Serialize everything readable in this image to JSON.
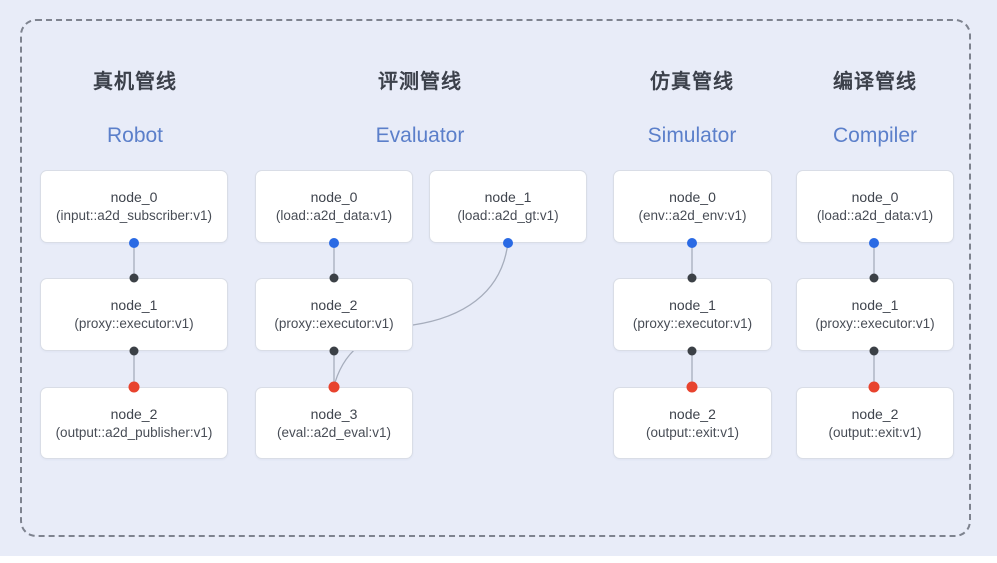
{
  "diagram": {
    "kind": "pipeline-node-graph",
    "colors": {
      "background": "#e8ecf8",
      "frame_dash": "#7e838f",
      "node_border": "#d9dde6",
      "edge_line": "#a6adbc",
      "title_accent_blue": "#5b7fca",
      "port_source_blue": "#2a6ae4",
      "port_internal_black": "#3b4046",
      "port_sink_red": "#e8432e"
    }
  },
  "pipelines": [
    {
      "title_zh": "真机管线",
      "title_en": "Robot",
      "nodes": [
        {
          "name": "node_0",
          "impl": "(input::a2d_subscriber:v1)"
        },
        {
          "name": "node_1",
          "impl": "(proxy::executor:v1)"
        },
        {
          "name": "node_2",
          "impl": "(output::a2d_publisher:v1)"
        }
      ],
      "edges": [
        {
          "from": "node_0",
          "to": "node_1"
        },
        {
          "from": "node_1",
          "to": "node_2"
        }
      ]
    },
    {
      "title_zh": "评测管线",
      "title_en": "Evaluator",
      "nodes": [
        {
          "name": "node_0",
          "impl": "(load::a2d_data:v1)"
        },
        {
          "name": "node_1",
          "impl": "(load::a2d_gt:v1)"
        },
        {
          "name": "node_2",
          "impl": "(proxy::executor:v1)"
        },
        {
          "name": "node_3",
          "impl": "(eval::a2d_eval:v1)"
        }
      ],
      "edges": [
        {
          "from": "node_0",
          "to": "node_2"
        },
        {
          "from": "node_2",
          "to": "node_3"
        },
        {
          "from": "node_1",
          "to": "node_3"
        }
      ]
    },
    {
      "title_zh": "仿真管线",
      "title_en": "Simulator",
      "nodes": [
        {
          "name": "node_0",
          "impl": "(env::a2d_env:v1)"
        },
        {
          "name": "node_1",
          "impl": "(proxy::executor:v1)"
        },
        {
          "name": "node_2",
          "impl": "(output::exit:v1)"
        }
      ],
      "edges": [
        {
          "from": "node_0",
          "to": "node_1"
        },
        {
          "from": "node_1",
          "to": "node_2"
        }
      ]
    },
    {
      "title_zh": "编译管线",
      "title_en": "Compiler",
      "nodes": [
        {
          "name": "node_0",
          "impl": "(load::a2d_data:v1)"
        },
        {
          "name": "node_1",
          "impl": "(proxy::executor:v1)"
        },
        {
          "name": "node_2",
          "impl": "(output::exit:v1)"
        }
      ],
      "edges": [
        {
          "from": "node_0",
          "to": "node_1"
        },
        {
          "from": "node_1",
          "to": "node_2"
        }
      ]
    }
  ]
}
